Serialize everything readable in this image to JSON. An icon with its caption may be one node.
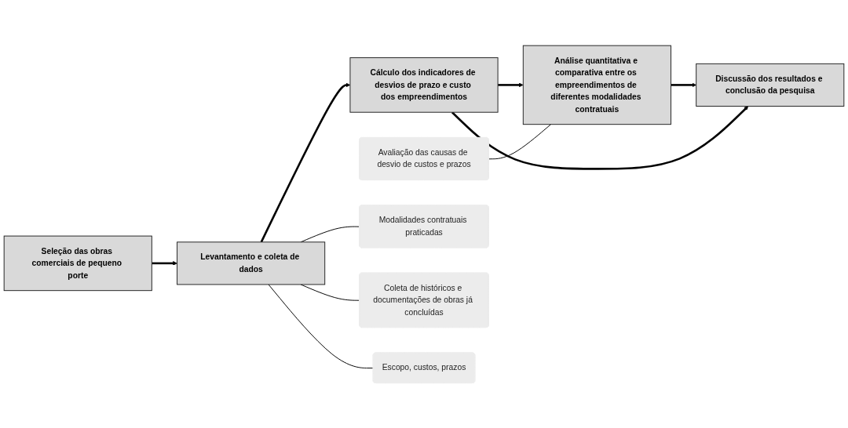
{
  "diagram": {
    "nodes": [
      {
        "text": [
          "Seleção das obras comerciais de pequeno porte"
        ]
      },
      {
        "text": [
          "Levantamento e coleta de dados"
        ]
      },
      {
        "text": [
          "Cálculo dos indicadores de desvios de prazo e custo dos empreendimentos"
        ]
      },
      {
        "text": [
          "Avaliação das causas de desvio de custos e prazos"
        ]
      },
      {
        "text": [
          "Análise quantitativa e comparativa entre os empreendimentos de diferentes modalidades contratuais"
        ]
      },
      {
        "text": [
          "Modalidades contratuais praticadas"
        ]
      },
      {
        "text": [
          "Coleta de históricos e documentações de obras já concluídas"
        ]
      },
      {
        "text": [
          "Escopo, custos, prazos"
        ]
      },
      {
        "text": [
          "Discussão dos resultados e conclusão da pesquisa"
        ]
      }
    ],
    "edges": [
      {
        "from": 0,
        "to": 1,
        "arrow": "to"
      },
      {
        "from": 1,
        "to": 2,
        "arrow": "to"
      },
      {
        "from": 2,
        "to": 4,
        "arrow": "to"
      },
      {
        "from": 3,
        "to": 4,
        "arrow": "none"
      },
      {
        "from": 4,
        "to": 8,
        "arrow": "to"
      },
      {
        "from": 2,
        "to": 8,
        "arrow": "to"
      },
      {
        "from": 1,
        "to": 5,
        "arrow": "none"
      },
      {
        "from": 1,
        "to": 6,
        "arrow": "none"
      },
      {
        "from": 1,
        "to": 7,
        "arrow": "none"
      }
    ]
  }
}
